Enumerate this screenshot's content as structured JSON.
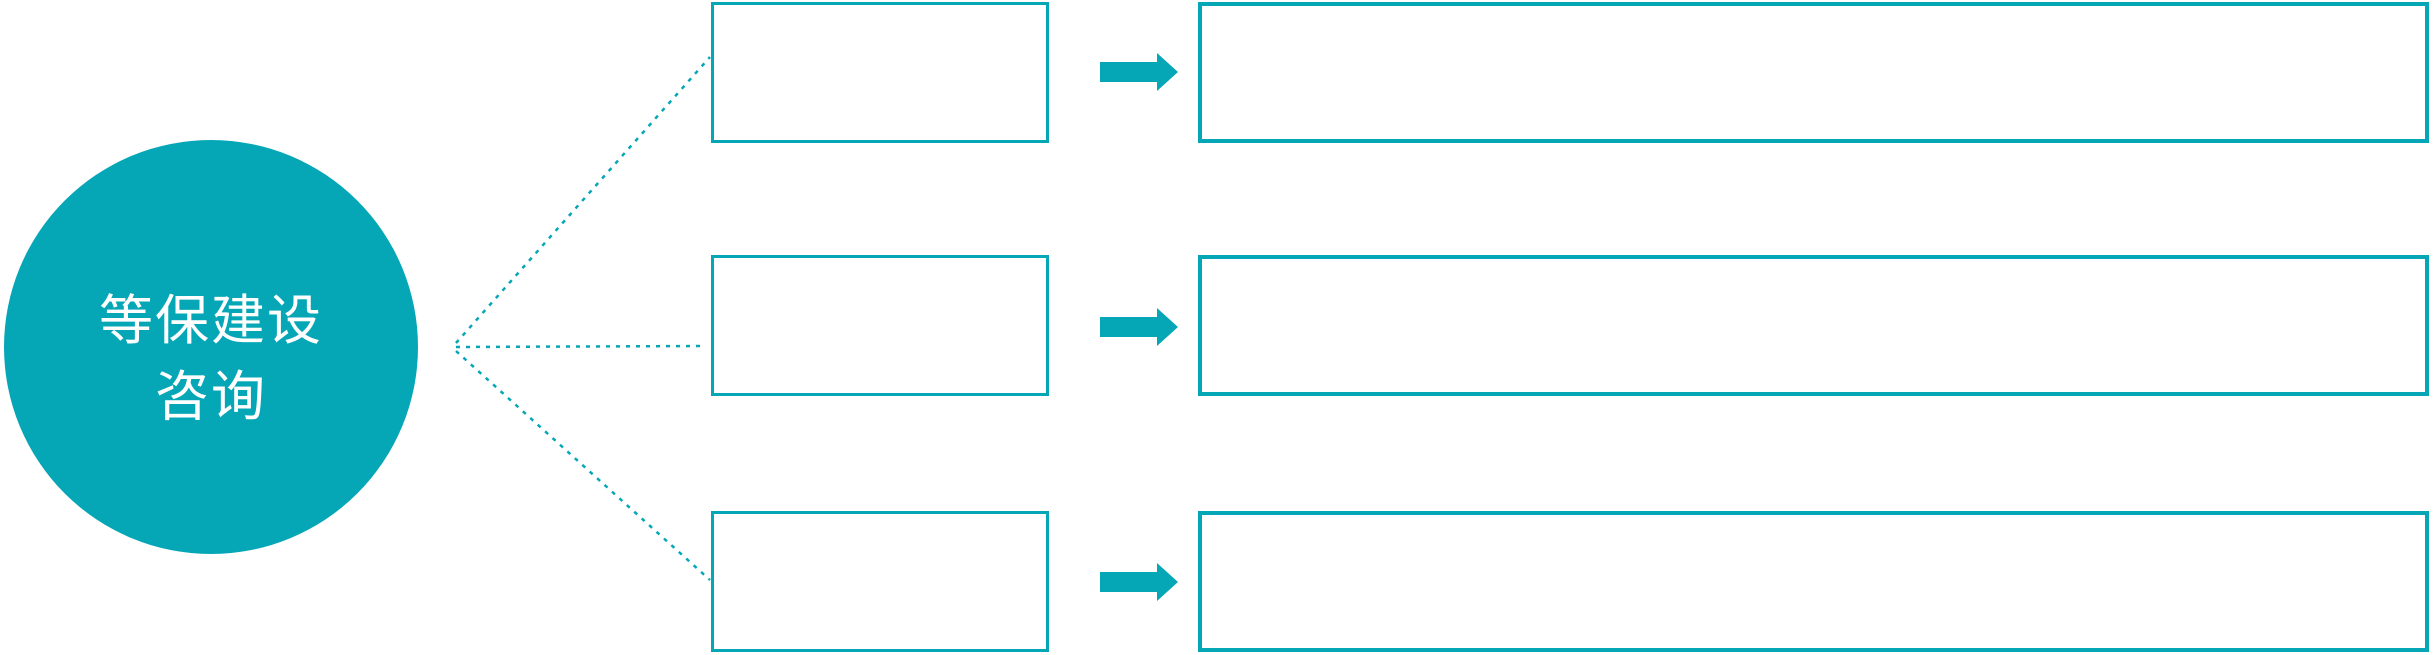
{
  "diagram": {
    "type": "radial-branch-diagram",
    "accent_color": "#05a7b7",
    "background_color": "#ffffff",
    "hub": {
      "label_line1": "等保建设",
      "label_line2": "咨询",
      "text_color": "#ffffff"
    },
    "rows": [
      {
        "topic_text": "",
        "detail_text": ""
      },
      {
        "topic_text": "",
        "detail_text": ""
      },
      {
        "topic_text": "",
        "detail_text": ""
      }
    ]
  }
}
